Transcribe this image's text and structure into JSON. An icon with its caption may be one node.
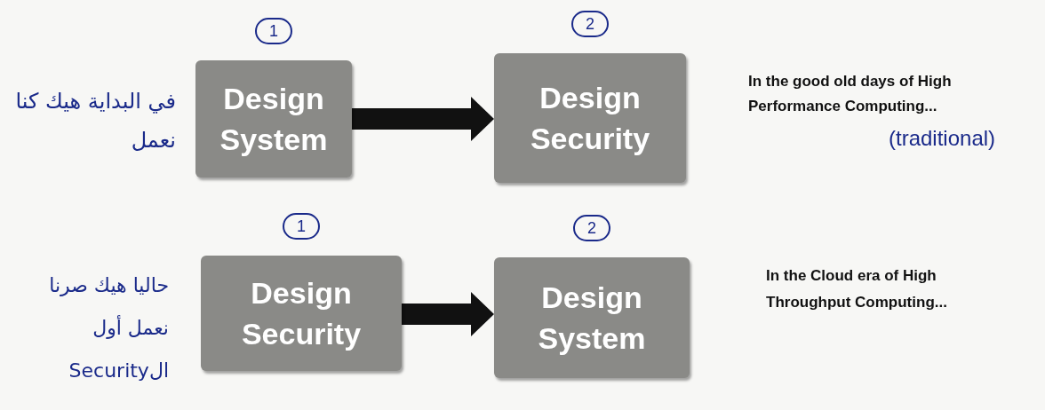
{
  "diagram": {
    "nodes": [
      {
        "text": [
          "Design System"
        ],
        "beside": [
          "1"
        ]
      },
      {
        "text": [
          "Design Security"
        ],
        "beside": [
          "2"
        ]
      },
      {
        "text": [
          "Design Security"
        ],
        "beside": [
          "1"
        ]
      },
      {
        "text": [
          "Design System"
        ],
        "beside": [
          "2"
        ]
      }
    ],
    "edges": [
      {
        "from": 0,
        "to": 1,
        "arrow": "to"
      },
      {
        "from": 2,
        "to": 3,
        "arrow": "to"
      }
    ],
    "labels": [
      "في البداية هيك كنا نعمل",
      "In the good old days of High Performance Computing...",
      "(traditional)",
      "حاليا هيك صرنا نعمل أول الSecurity",
      "In the Cloud era of High Throughput Computing..."
    ]
  }
}
